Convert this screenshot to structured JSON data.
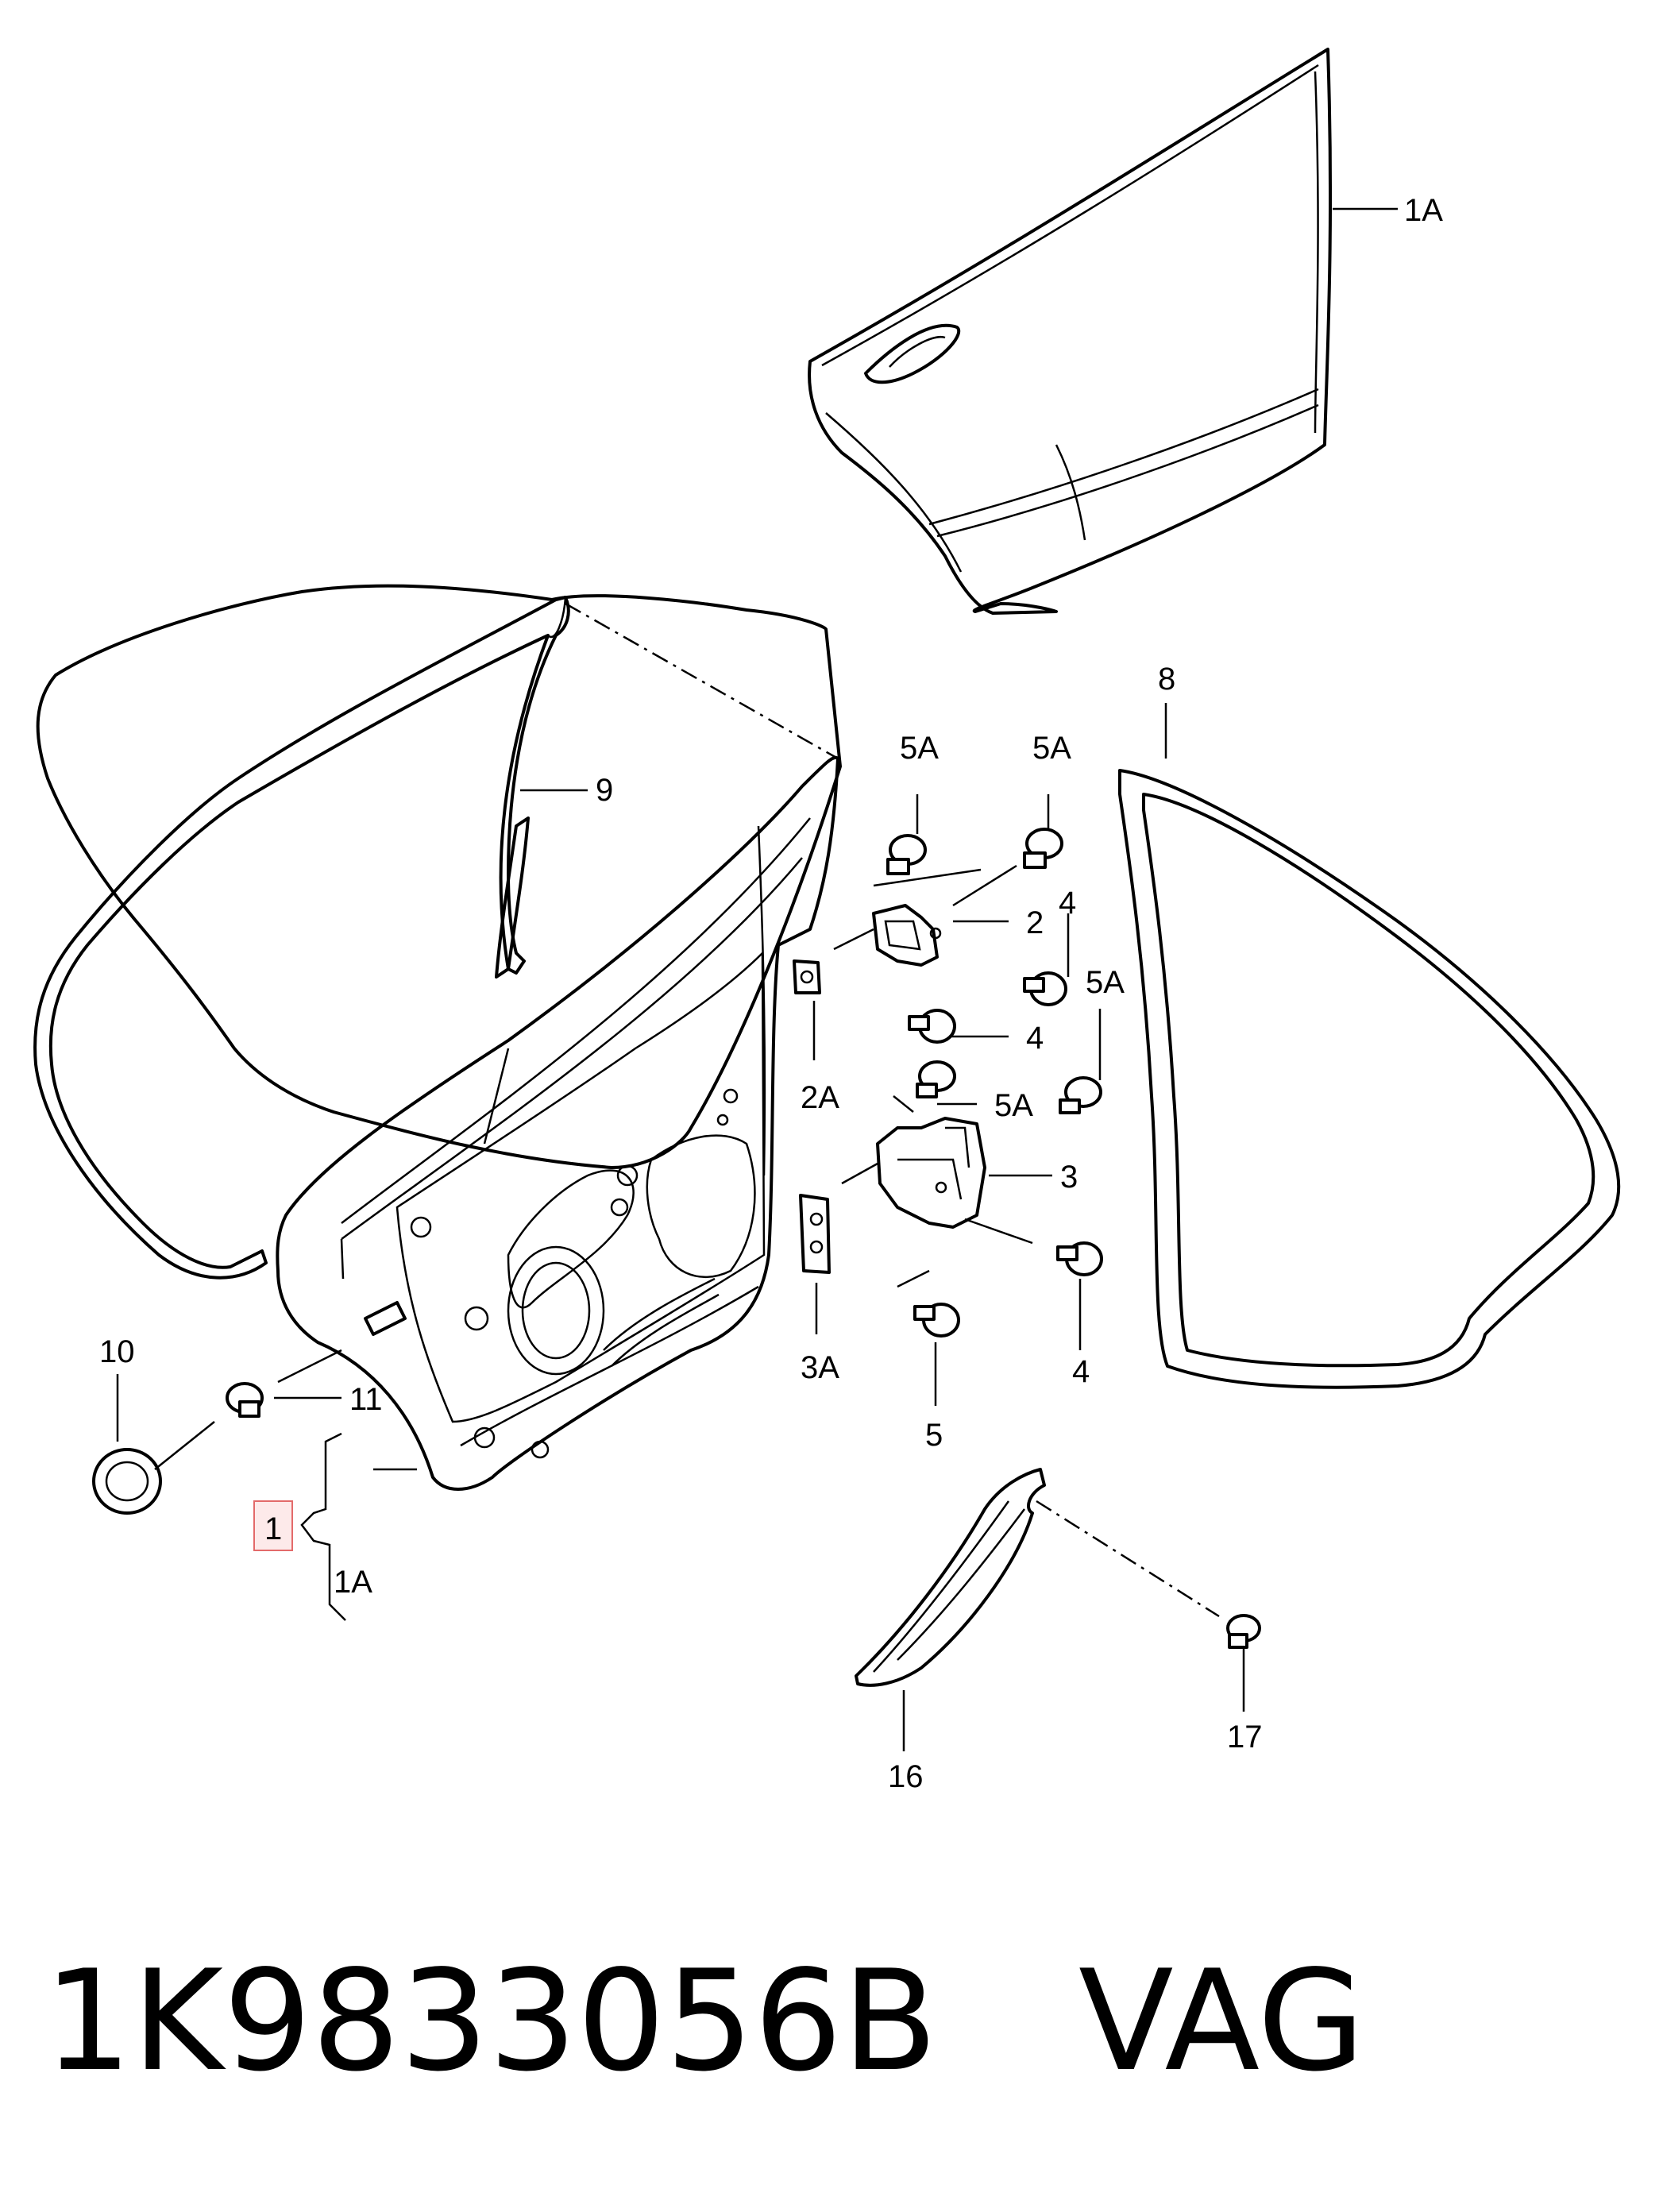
{
  "labels": {
    "l1a_top": "1A",
    "l9": "9",
    "l8": "8",
    "l5a_a": "5A",
    "l5a_b": "5A",
    "l2": "2",
    "l4_a": "4",
    "l4_b": "4",
    "l5a_c": "5A",
    "l2a": "2A",
    "l5a_d": "5A",
    "l3": "3",
    "l3a": "3A",
    "l4_c": "4",
    "l5": "5",
    "l10": "10",
    "l11": "11",
    "l1": "1",
    "l1a_bottom": "1A",
    "l16": "16",
    "l17": "17"
  },
  "caption": {
    "part_number": "1K9833056B",
    "brand": "VAG"
  }
}
